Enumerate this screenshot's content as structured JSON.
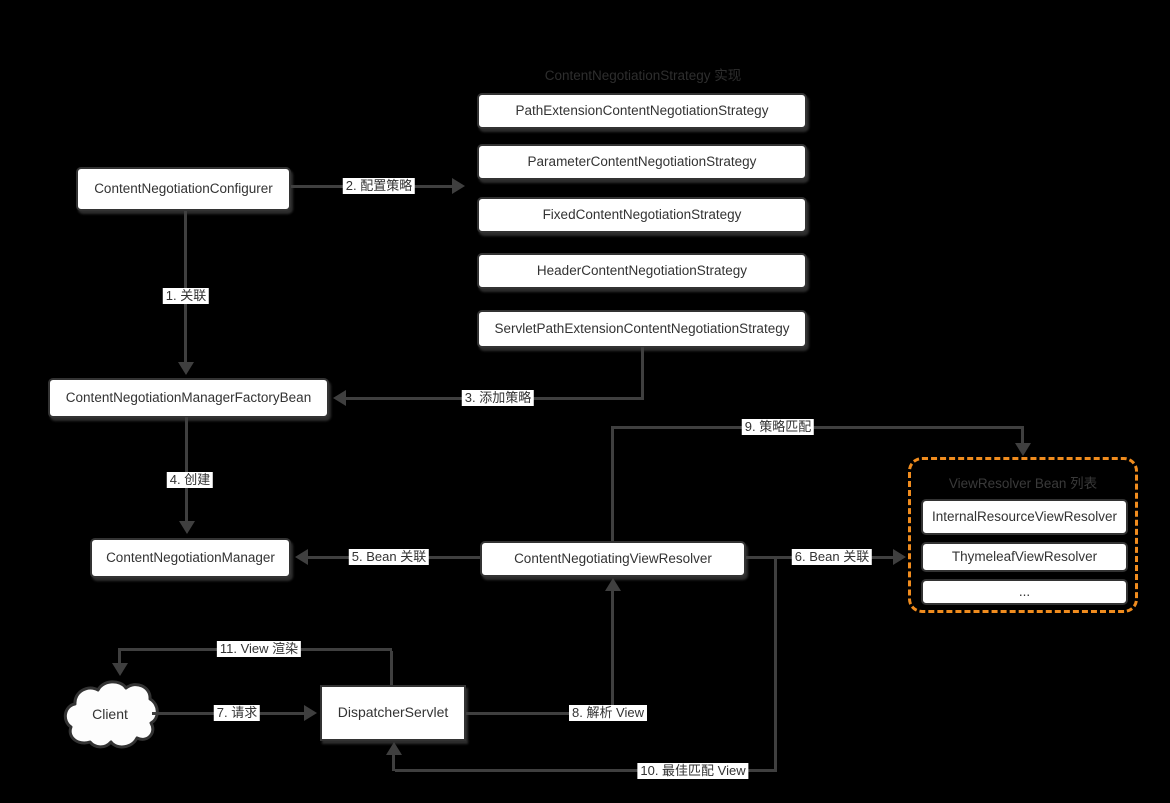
{
  "diagram": {
    "strategy_group": {
      "title": "ContentNegotiationStrategy 实现",
      "items": [
        "PathExtensionContentNegotiationStrategy",
        "ParameterContentNegotiationStrategy",
        "FixedContentNegotiationStrategy",
        "HeaderContentNegotiationStrategy",
        "ServletPathExtensionContentNegotiationStrategy"
      ]
    },
    "nodes": {
      "configurer": "ContentNegotiationConfigurer",
      "factory_bean": "ContentNegotiationManagerFactoryBean",
      "manager": "ContentNegotiationManager",
      "negotiating_view_resolver": "ContentNegotiatingViewResolver",
      "dispatcher_servlet": "DispatcherServlet",
      "client": "Client"
    },
    "view_resolver_list": {
      "title": "ViewResolver Bean 列表",
      "items": [
        "InternalResourceViewResolver",
        "ThymeleafViewResolver",
        "..."
      ]
    },
    "edges": {
      "e1": "1. 关联",
      "e2": "2. 配置策略",
      "e3": "3. 添加策略",
      "e4": "4. 创建",
      "e5": "5. Bean 关联",
      "e6": "6. Bean 关联",
      "e7": "7. 请求",
      "e8": "8. 解析 View",
      "e9": "9. 策略匹配",
      "e10": "10. 最佳匹配 View",
      "e11": "11. View 渲染"
    },
    "colors": {
      "background": "#000000",
      "line": "#3f3f3f",
      "box_border": "#333333",
      "box_fill": "#ffffff",
      "box_text": "#333333",
      "group_title_text": "#2e2e2e",
      "accent_orange": "#f08c1e"
    }
  }
}
